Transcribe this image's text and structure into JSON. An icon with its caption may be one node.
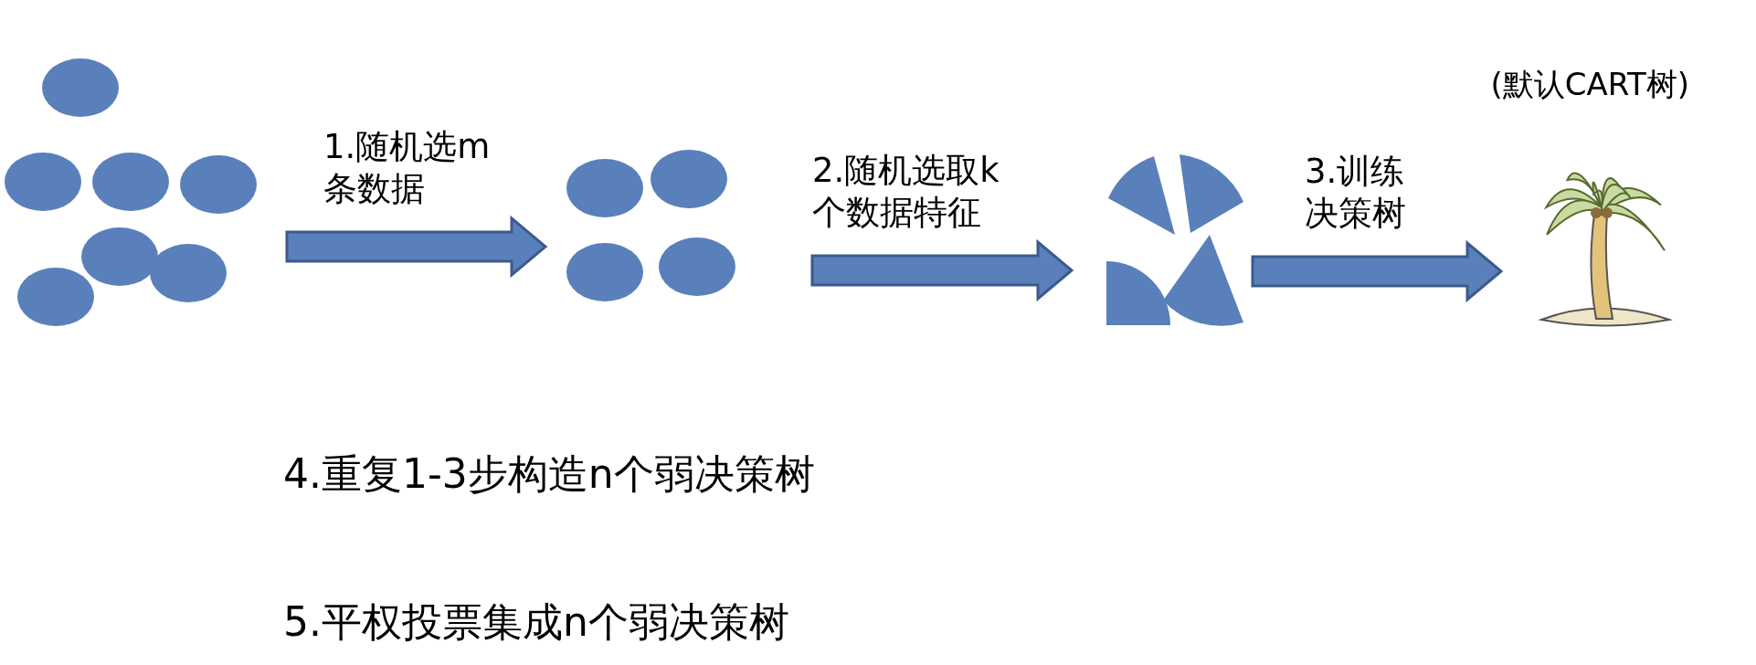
{
  "diagram": {
    "nodes": [
      {
        "text": [],
        "shape": "picture"
      },
      {
        "text": [],
        "shape": "picture"
      },
      {
        "text": [],
        "shape": "picture"
      },
      {
        "text": [],
        "shape": "picture",
        "beside": [
          "(默认CART树)"
        ]
      }
    ],
    "edges": [
      {
        "from": 0,
        "to": 1,
        "arrow": "to",
        "label": "1.随机选m条数据",
        "style": "thick"
      },
      {
        "from": 1,
        "to": 2,
        "arrow": "to",
        "label": "2.随机选取k个数据特征",
        "style": "thick"
      },
      {
        "from": 2,
        "to": 3,
        "arrow": "to",
        "label": "3.训练决策树",
        "style": "thick"
      }
    ],
    "labels": [
      "4.重复1-3步构造n个弱决策树",
      "5.平权投票集成n个弱决策树"
    ]
  }
}
